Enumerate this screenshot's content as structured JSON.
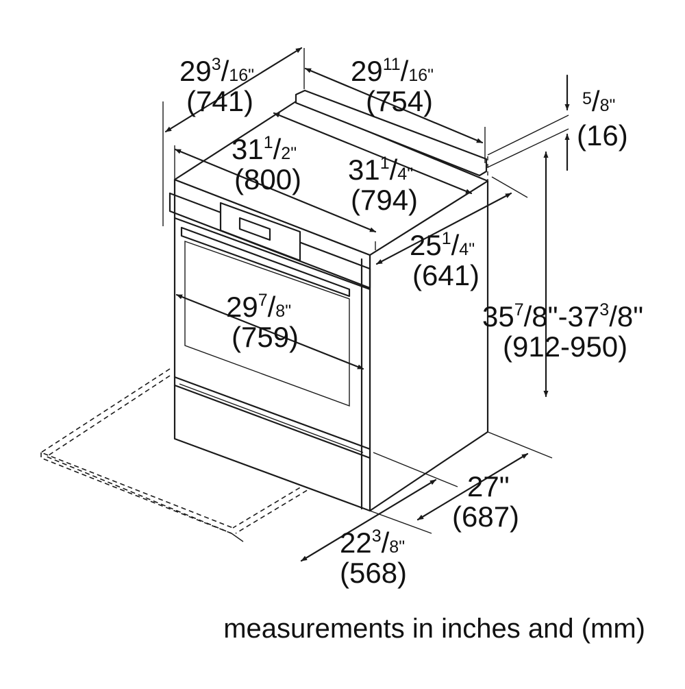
{
  "dimensions": {
    "top_depth_left": {
      "whole": "29",
      "num": "3",
      "den": "16\"",
      "mm": "(741)"
    },
    "top_width_back": {
      "whole": "29",
      "num": "11",
      "den": "16\"",
      "mm": "(754)"
    },
    "trim_thickness": {
      "num": "5",
      "den": "8\"",
      "mm": "(16)"
    },
    "cooktop_depth": {
      "whole": "31",
      "num": "1",
      "den": "2\"",
      "mm": "(800)"
    },
    "cooktop_width": {
      "whole": "31",
      "num": "1",
      "den": "4\"",
      "mm": "(794)"
    },
    "side_depth": {
      "whole": "25",
      "num": "1",
      "den": "4\"",
      "mm": "(641)"
    },
    "oven_width": {
      "whole": "29",
      "num": "7",
      "den": "8\"",
      "mm": "(759)"
    },
    "height": {
      "w1": "35",
      "n1": "7",
      "d1": "8\"-37",
      "n2": "3",
      "d2": "8\"",
      "mm": "(912-950)"
    },
    "base_depth": {
      "whole": "27\"",
      "mm": "(687)"
    },
    "door_open_depth": {
      "whole": "22",
      "num": "3",
      "den": "8\"",
      "mm": "(568)"
    }
  },
  "caption": "measurements in inches and (mm)"
}
